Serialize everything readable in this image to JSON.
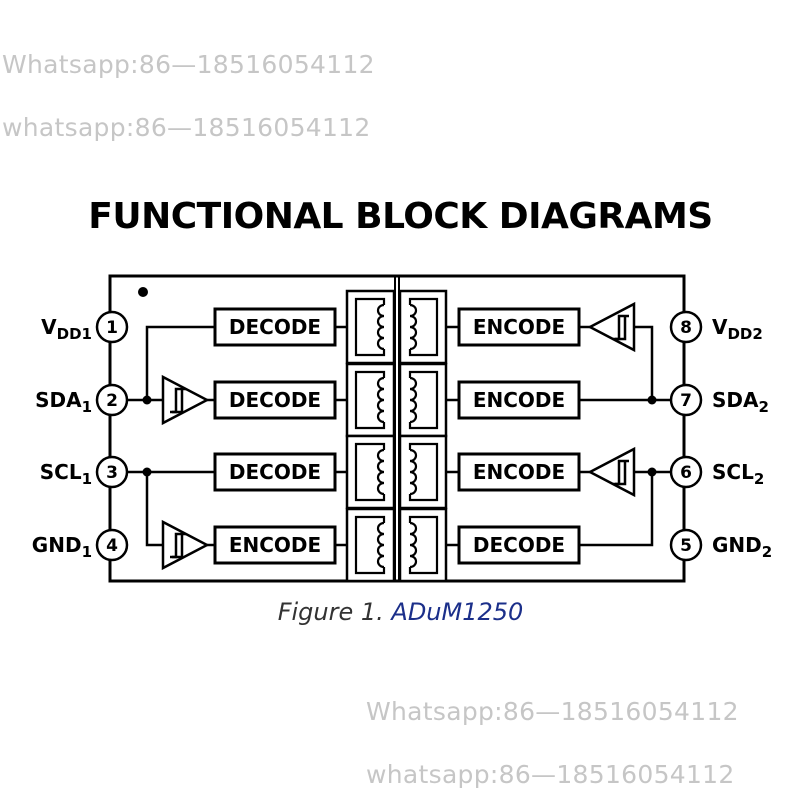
{
  "watermarks": [
    "Whatsapp:86—18516054112",
    "whatsapp:86—18516054112",
    "Whatsapp:86—18516054112",
    "whatsapp:86—18516054112"
  ],
  "title": "FUNCTIONAL BLOCK DIAGRAMS",
  "caption": {
    "prefix": "Figure 1.",
    "part": "ADuM1250"
  },
  "diagram": {
    "left_blocks": [
      "DECODE",
      "DECODE",
      "DECODE",
      "ENCODE"
    ],
    "right_blocks": [
      "ENCODE",
      "ENCODE",
      "ENCODE",
      "DECODE"
    ],
    "left_pins": [
      {
        "num": "1",
        "name": "V",
        "sub": "DD1"
      },
      {
        "num": "2",
        "name": "SDA",
        "sub": "1"
      },
      {
        "num": "3",
        "name": "SCL",
        "sub": "1"
      },
      {
        "num": "4",
        "name": "GND",
        "sub": "1"
      }
    ],
    "right_pins": [
      {
        "num": "8",
        "name": "V",
        "sub": "DD2"
      },
      {
        "num": "7",
        "name": "SDA",
        "sub": "2"
      },
      {
        "num": "6",
        "name": "SCL",
        "sub": "2"
      },
      {
        "num": "5",
        "name": "GND",
        "sub": "2"
      }
    ],
    "icons": [
      "transformer-icon",
      "schmitt-buffer-icon",
      "pin1-indicator-dot-icon"
    ]
  }
}
